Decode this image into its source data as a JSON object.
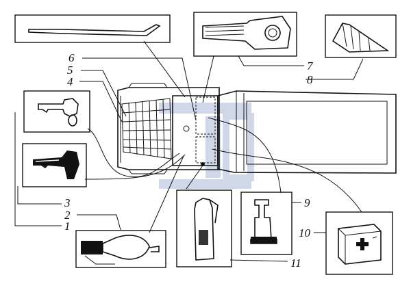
{
  "diagram": {
    "callouts": [
      "1",
      "2",
      "3",
      "4",
      "5",
      "6",
      "7",
      "8",
      "9",
      "10",
      "11"
    ],
    "watermark": {
      "color": "#2d4fa0"
    },
    "colors": {
      "ink": "#111111",
      "paper": "#ffffff"
    }
  }
}
